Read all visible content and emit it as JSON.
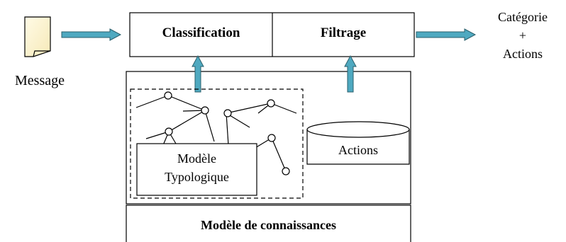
{
  "input": {
    "label": "Message"
  },
  "pipeline": {
    "classification_label": "Classification",
    "filtrage_label": "Filtrage"
  },
  "output": {
    "line1": "Catégorie",
    "line2": "+",
    "line3": "Actions"
  },
  "knowledge": {
    "modele_typologique_line1": "Modèle",
    "modele_typologique_line2": "Typologique",
    "actions_label": "Actions",
    "base_label": "Modèle de connaissances"
  },
  "colors": {
    "arrow_fill": "#4fa9c0",
    "arrow_stroke": "#2a5f6b",
    "document_fill": "#fff8d6"
  }
}
